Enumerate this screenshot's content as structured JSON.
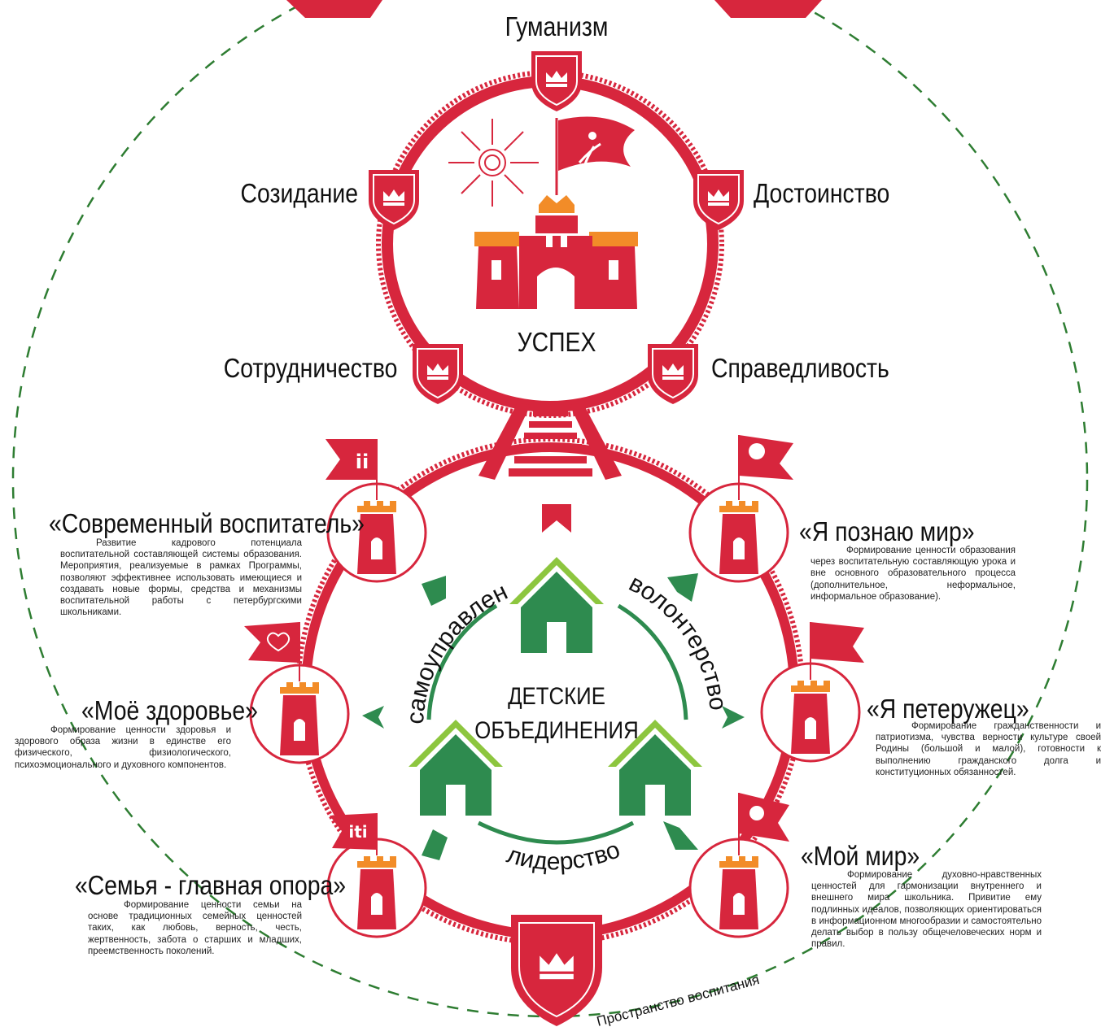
{
  "colors": {
    "red": "#d7263d",
    "green": "#2e8b4f",
    "light_green": "#8dc63f",
    "orange": "#f28c28",
    "yellow": "#f7b733",
    "dash_green": "#2e7d32"
  },
  "values": {
    "humanism": "Гуманизм",
    "creation": "Созидание",
    "dignity": "Достоинство",
    "cooperation": "Сотрудничество",
    "justice": "Справедливость"
  },
  "success": "УСПЕХ",
  "center": {
    "line1": "ДЕТСКИЕ",
    "line2": "ОБЪЕДИНЕНИЯ"
  },
  "arcs": {
    "self_gov": "самоуправление",
    "volunteer": "волонтерство",
    "leadership": "лидерство"
  },
  "outer_label": "Пространство воспитания",
  "programs": {
    "educator": {
      "title": "«Современный воспитатель»",
      "text": "Развитие кадрового потенциала воспитательной составляющей системы образования. Мероприятия, реализуемые в рамках Программы, позволяют эффективнее использовать имеющиеся и создавать новые формы, средства и механизмы воспитательной работы с петербургскими школьниками."
    },
    "world": {
      "title": "«Я познаю мир»",
      "text": "Формирование ценности образования через воспитательную составляющую урока и вне основного образовательного процесса (дополнительное, неформальное, информальное образование)."
    },
    "health": {
      "title": "«Моё здоровье»",
      "text": "Формирование ценности здоровья и здорового образа жизни в единстве его физического, физиологического, психоэмоционального и духовного компонентов."
    },
    "petersburg": {
      "title": "«Я петеружец»",
      "text": "Формирование гражданственности и патриотизма, чувства верности культуре своей Родины (большой и малой), готовности к выполнению гражданского долга и конституционных обязанностей."
    },
    "family": {
      "title": "«Семья - главная опора»",
      "text": "Формирование ценности семьи на основе традиционных семейных ценностей таких, как любовь, верность, честь, жертвенность, забота о старших и младших, преемственность поколений."
    },
    "myworld": {
      "title": "«Мой мир»",
      "text": "Формирование духовно-нравственных ценностей для гармонизации внутреннего и внешнего мира школьника. Привитие ему подлинных идеалов, позволяющих ориентироваться в информационном многообразии и самостоятельно делать выбор в пользу общечеловеческих норм и правил."
    }
  }
}
